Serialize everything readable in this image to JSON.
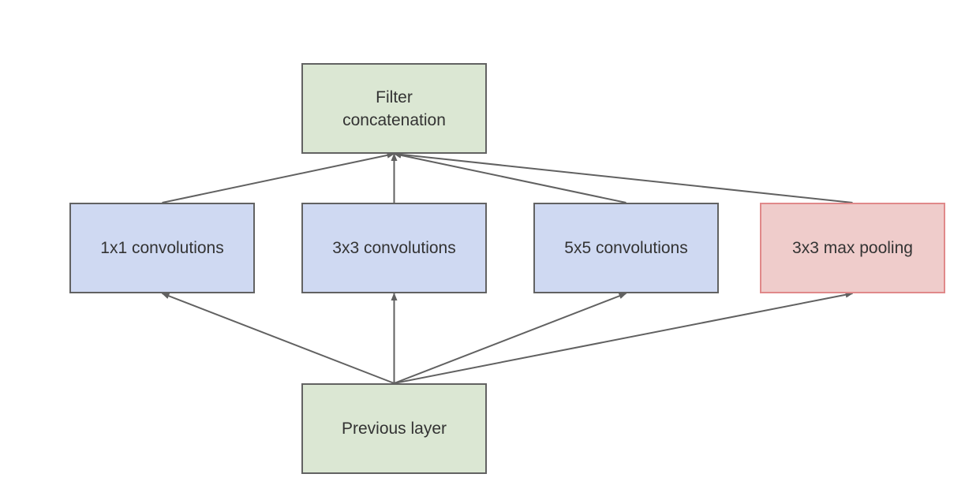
{
  "nodes": {
    "filter_concat": {
      "label": "Filter\nconcatenation",
      "fill": "#dbe7d3",
      "stroke": "#626262"
    },
    "conv1x1": {
      "label": "1x1 convolutions",
      "fill": "#cfd9f2",
      "stroke": "#626262"
    },
    "conv3x3": {
      "label": "3x3 convolutions",
      "fill": "#cfd9f2",
      "stroke": "#626262"
    },
    "conv5x5": {
      "label": "5x5 convolutions",
      "fill": "#cfd9f2",
      "stroke": "#626262"
    },
    "maxpool": {
      "label": "3x3 max pooling",
      "fill": "#efcccb",
      "stroke": "#e0898a"
    },
    "previous_layer": {
      "label": "Previous layer",
      "fill": "#dbe7d3",
      "stroke": "#626262"
    }
  },
  "edges": [
    {
      "from": "previous_layer",
      "to": "conv1x1"
    },
    {
      "from": "previous_layer",
      "to": "conv3x3"
    },
    {
      "from": "previous_layer",
      "to": "conv5x5"
    },
    {
      "from": "previous_layer",
      "to": "maxpool"
    },
    {
      "from": "conv1x1",
      "to": "filter_concat"
    },
    {
      "from": "conv3x3",
      "to": "filter_concat"
    },
    {
      "from": "conv5x5",
      "to": "filter_concat"
    },
    {
      "from": "maxpool",
      "to": "filter_concat"
    }
  ],
  "colors": {
    "arrow": "#616161"
  }
}
